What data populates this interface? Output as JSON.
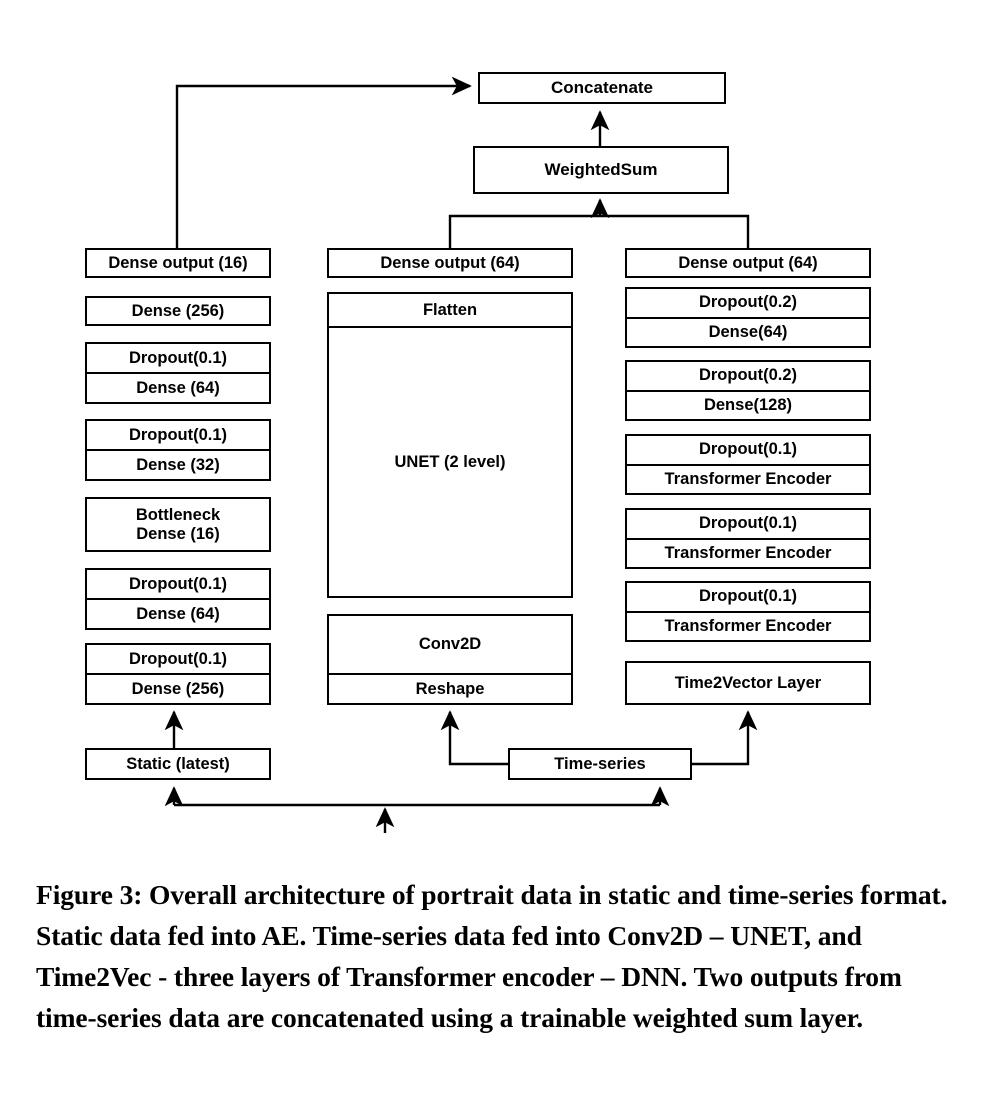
{
  "figure": {
    "caption": "Figure 3: Overall architecture of portrait data in static and time-series format. Static data fed into AE. Time-series data fed into Conv2D – UNET, and Time2Vec - three layers of Transformer encoder – DNN. Two outputs from time-series data are concatenated using a trainable weighted sum layer.",
    "colors": {
      "stroke": "#000000",
      "fill": "#ffffff",
      "background": "#ffffff"
    }
  },
  "diagram": {
    "type": "neural-network-architecture-flowchart",
    "head": {
      "concatenate": "Concatenate",
      "weighted_sum": "WeightedSum"
    },
    "branches": [
      {
        "id": "static-autoencoder",
        "column": "left",
        "input": "Static (latest)",
        "output": "Dense output (16)",
        "blocks": [
          {
            "rows": [
              "Dense output (16)"
            ]
          },
          {
            "rows": [
              "Dense (256)"
            ]
          },
          {
            "rows": [
              "Dropout(0.1)",
              "Dense (64)"
            ]
          },
          {
            "rows": [
              "Dropout(0.1)",
              "Dense (32)"
            ]
          },
          {
            "rows": [
              "Bottleneck",
              "Dense (16)"
            ]
          },
          {
            "rows": [
              "Dropout(0.1)",
              "Dense (64)"
            ]
          },
          {
            "rows": [
              "Dropout(0.1)",
              "Dense (256)"
            ]
          },
          {
            "rows": [
              "Static (latest)"
            ]
          }
        ]
      },
      {
        "id": "conv2d-unet",
        "column": "middle",
        "input": "Time-series",
        "output": "Dense output (64)",
        "blocks": [
          {
            "rows": [
              "Dense output (64)"
            ]
          },
          {
            "rows": [
              "Flatten",
              "UNET (2 level)"
            ]
          },
          {
            "rows": [
              "Conv2D",
              "Reshape"
            ]
          }
        ]
      },
      {
        "id": "time2vec-transformer",
        "column": "right",
        "input": "Time-series",
        "output": "Dense output (64)",
        "blocks": [
          {
            "rows": [
              "Dense output (64)"
            ]
          },
          {
            "rows": [
              "Dropout(0.2)",
              "Dense(64)"
            ]
          },
          {
            "rows": [
              "Dropout(0.2)",
              "Dense(128)"
            ]
          },
          {
            "rows": [
              "Dropout(0.1)",
              "Transformer Encoder"
            ]
          },
          {
            "rows": [
              "Dropout(0.1)",
              "Transformer Encoder"
            ]
          },
          {
            "rows": [
              "Dropout(0.1)",
              "Transformer Encoder"
            ]
          },
          {
            "rows": [
              "Time2Vector Layer"
            ]
          }
        ]
      }
    ],
    "inputs": {
      "static": "Static (latest)",
      "timeseries": "Time-series"
    },
    "labels": {
      "left": {
        "dense_output_16": "Dense output (16)",
        "dense_256_top": "Dense (256)",
        "dropout_1": "Dropout(0.1)",
        "dense_64_a": "Dense (64)",
        "dropout_2": "Dropout(0.1)",
        "dense_32": "Dense (32)",
        "bottleneck": "Bottleneck",
        "bottleneck_dense": "Dense (16)",
        "dropout_3": "Dropout(0.1)",
        "dense_64_b": "Dense (64)",
        "dropout_4": "Dropout(0.1)",
        "dense_256_bottom": "Dense (256)",
        "static_input": "Static (latest)"
      },
      "middle": {
        "dense_output_64": "Dense output (64)",
        "flatten": "Flatten",
        "unet": "UNET (2 level)",
        "conv2d": "Conv2D",
        "reshape": "Reshape"
      },
      "right": {
        "dense_output_64": "Dense output (64)",
        "dropout_a": "Dropout(0.2)",
        "dense_64": "Dense(64)",
        "dropout_b": "Dropout(0.2)",
        "dense_128": "Dense(128)",
        "dropout_c": "Dropout(0.1)",
        "encoder_1": "Transformer Encoder",
        "dropout_d": "Dropout(0.1)",
        "encoder_2": "Transformer Encoder",
        "dropout_e": "Dropout(0.1)",
        "encoder_3": "Transformer Encoder",
        "time2vector": "Time2Vector Layer"
      },
      "bottom": {
        "timeseries_input": "Time-series"
      }
    }
  }
}
